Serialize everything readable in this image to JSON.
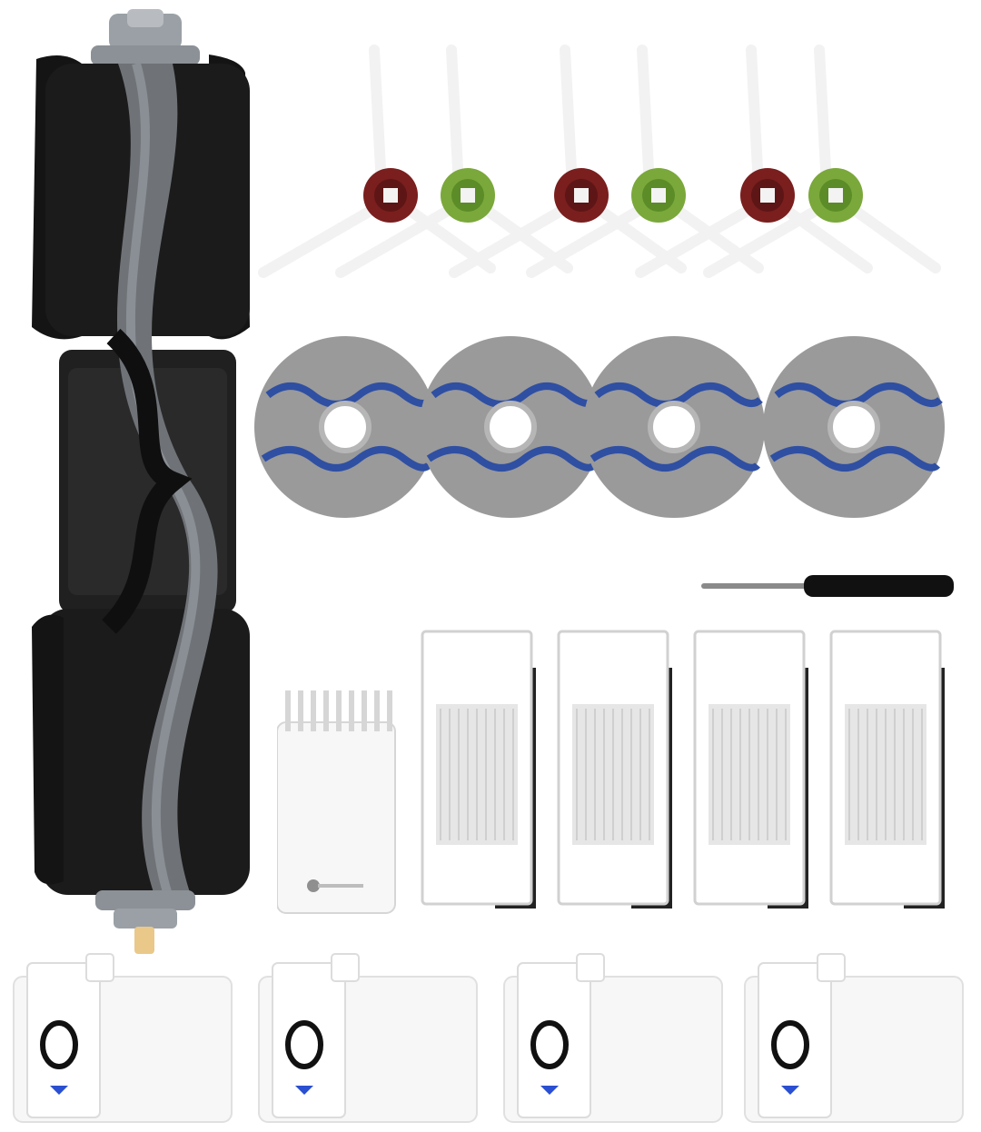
{
  "scene": {
    "background": "#ffffff",
    "description_visible_text": ""
  },
  "colors": {
    "bristle": "#141414",
    "roller_core": "#6f7378",
    "roller_core_light": "#8a8f95",
    "cap": "#9aa0a6",
    "brush_red": "#7a1e1e",
    "brush_green": "#7aa83a",
    "brush_arm": "#f2f2f2",
    "mop_gray": "#9a9a9a",
    "mop_blue": "#2f4fa3",
    "filter_frame": "#ffffff",
    "filter_mesh": "#e6e6e6",
    "foam": "#222222",
    "bag_white": "#f7f7f7",
    "bag_ring": "#111111",
    "bag_arrow": "#2a4fd1",
    "screwdriver_handle": "#111111",
    "screwdriver_shaft": "#8a8a8a"
  },
  "items": {
    "roller_brush_count": 1,
    "side_brush_count": 6,
    "side_brush_colors": [
      "red",
      "green",
      "red",
      "green",
      "red",
      "green"
    ],
    "mop_pad_count": 4,
    "screwdriver_count": 1,
    "cleaning_tool_count": 1,
    "filter_count": 4,
    "dust_bag_count": 4
  }
}
